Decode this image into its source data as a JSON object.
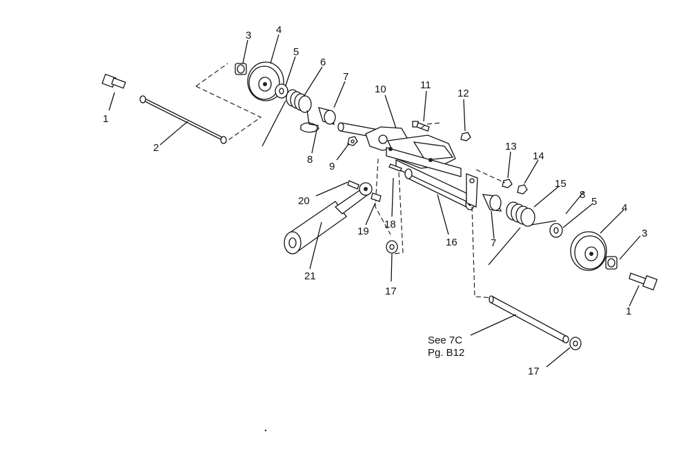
{
  "callouts": {
    "c1_left": "1",
    "c2": "2",
    "c3_left": "3",
    "c4_left": "4",
    "c5_left": "5",
    "c6": "6",
    "c7_top": "7",
    "c8_top": "8",
    "c9": "9",
    "c10": "10",
    "c11": "11",
    "c12": "12",
    "c13": "13",
    "c14": "14",
    "c15": "15",
    "c8_right": "8",
    "c5_right": "5",
    "c4_right": "4",
    "c3_right": "3",
    "c1_right": "1",
    "c20": "20",
    "c19": "19",
    "c18": "18",
    "c16": "16",
    "c7_bottom": "7",
    "c21": "21",
    "c17_mid": "17",
    "c17_bottom": "17"
  },
  "reference_note": {
    "line1": "See 7C",
    "line2": "Pg. B12"
  }
}
